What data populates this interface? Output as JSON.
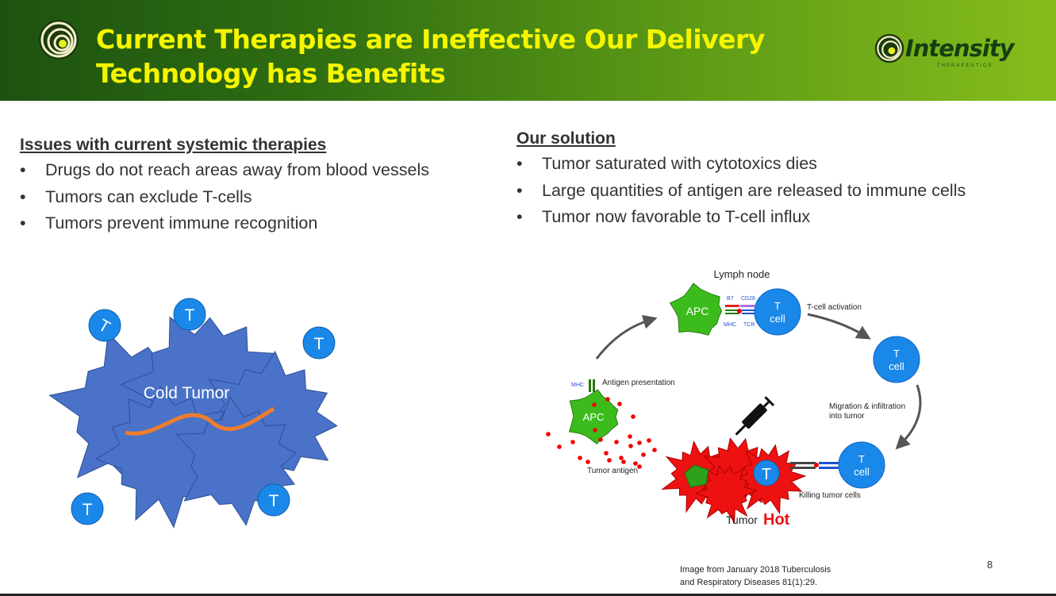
{
  "header": {
    "title": "Current Therapies are Ineffective Our Delivery Technology has Benefits",
    "brand_name": "Intensity",
    "brand_sub": "THERAPEUTICS"
  },
  "left": {
    "heading": "Issues with current systemic therapies",
    "bullets": [
      "Drugs do not reach areas away from blood vessels",
      "Tumors can exclude T-cells",
      "Tumors prevent immune recognition"
    ],
    "diagram": {
      "tumor_label": "Cold Tumor",
      "t_label": "T"
    }
  },
  "right": {
    "heading": "Our solution",
    "bullets": [
      "Tumor saturated with cytotoxics dies",
      "Large quantities of antigen are released to immune cells",
      "Tumor now favorable to T-cell influx"
    ],
    "diagram": {
      "lymph_node": "Lymph node",
      "apc": "APC",
      "b7": "B7",
      "cd28": "CD28",
      "mhc": "MHC",
      "tcr": "TCR",
      "t": "T",
      "cell": "cell",
      "activation": "T-cell activation",
      "migration_1": "Migration & infiltration",
      "migration_2": "into tumor",
      "antigen_presentation": "Antigen presentation",
      "tumor_antigen": "Tumor antigen",
      "killing": "Killing tumor cells",
      "tumor": "Tumor",
      "hot": "Hot"
    }
  },
  "caption": {
    "line1": "Image from January 2018 Tuberculosis",
    "line2": "and Respiratory Diseases 81(1):29."
  },
  "page_number": "8",
  "colors": {
    "header_dark": "#1d5210",
    "header_light": "#86bd1c",
    "title": "#f5f500",
    "tcell": "#1a88e8",
    "tumor_blue": "#4a72c8",
    "apc": "#3cbc1c",
    "hot": "#ee1111"
  }
}
